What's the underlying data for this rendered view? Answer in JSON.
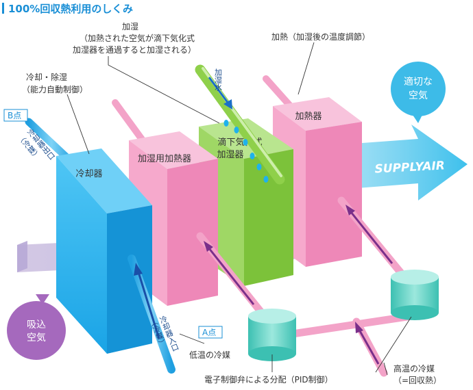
{
  "title": "100%回収熱利用のしくみ",
  "colors": {
    "accent": "#1a8fd6",
    "cooler": "#2ab4ee",
    "heater": "#f39ac1",
    "humidifier": "#8fd04a",
    "valve": "#4ccfc0",
    "pipe": "#f3a3c8",
    "arrow": "#3dc0ec",
    "intake": "#a569bd"
  },
  "labels": {
    "humidify_title": "加湿",
    "humidify_note_1": "（加熱された空気が滴下気化式",
    "humidify_note_2": "加湿器を通過すると加湿される）",
    "heat_title": "加熱（加湿後の温度調節）",
    "cool_title": "冷却・除湿",
    "cool_note": "（能力自動制御）",
    "point_b": "B点",
    "point_a": "A点",
    "cooler_outlet": "冷却器出口",
    "cooler_outlet_sub": "（冷媒）",
    "cooler_inlet": "冷却器入口",
    "cooler_inlet_sub": "（冷媒）",
    "water": "加湿水",
    "low_temp": "低温の冷媒",
    "high_temp_1": "高温の冷媒",
    "high_temp_2": "（=回収熱）",
    "valve_note": "電子制御弁による分配（PID制御）",
    "supply_air": "SUPPLYAIR",
    "intake_1": "吸込",
    "intake_2": "空気",
    "proper_1": "適切な",
    "proper_2": "空気"
  },
  "devices": {
    "cooler": "冷却器",
    "humid_heater": "加湿用加熱器",
    "humidifier_1": "滴下気化式",
    "humidifier_2": "加湿器",
    "heater": "加熱器"
  }
}
